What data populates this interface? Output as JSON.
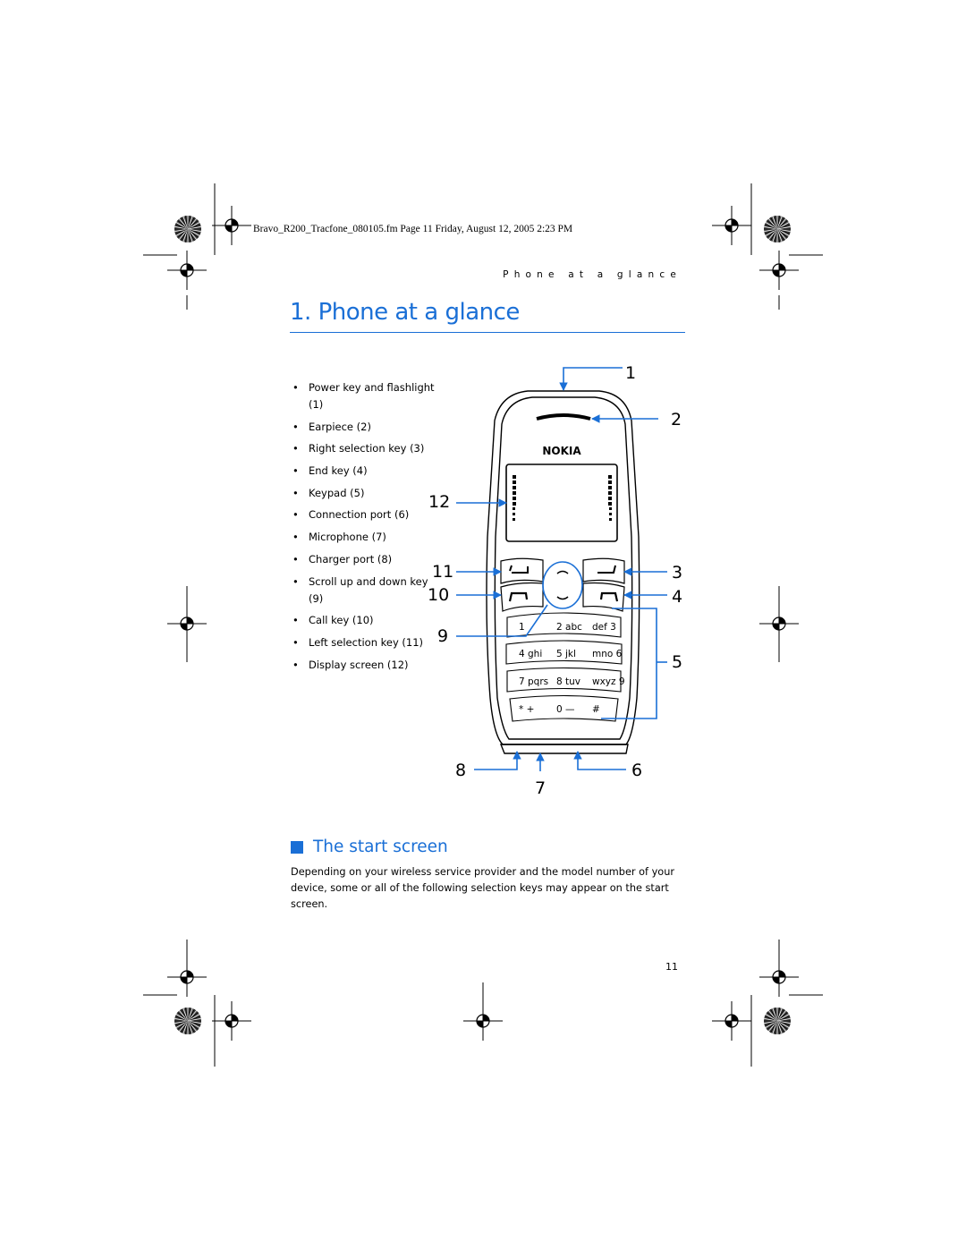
{
  "print_header": "Bravo_R200_Tracfone_080105.fm  Page 11  Friday, August 12, 2005  2:23 PM",
  "running_head": "Phone at a glance",
  "chapter": {
    "title": "1.  Phone at a glance"
  },
  "parts_list": [
    {
      "label": "Power key and flashlight (1)"
    },
    {
      "label": "Earpiece (2)"
    },
    {
      "label": "Right selection key (3)"
    },
    {
      "label": "End key (4)"
    },
    {
      "label": "Keypad (5)"
    },
    {
      "label": "Connection port (6)"
    },
    {
      "label": "Microphone (7)"
    },
    {
      "label": "Charger port (8)"
    },
    {
      "label": "Scroll up and down key (9)"
    },
    {
      "label": "Call key (10)"
    },
    {
      "label": "Left selection key (11)"
    },
    {
      "label": "Display screen (12)"
    }
  ],
  "diagram": {
    "brand": "NOKIA",
    "callouts": [
      "1",
      "2",
      "3",
      "4",
      "5",
      "6",
      "7",
      "8",
      "9",
      "10",
      "11",
      "12"
    ],
    "keypad": [
      [
        "1",
        "2 abc",
        "def 3"
      ],
      [
        "4 ghi",
        "5 jkl",
        "mno 6"
      ],
      [
        "7 pqrs",
        "8 tuv",
        "wxyz 9"
      ],
      [
        "* +",
        "0 —",
        "#"
      ]
    ],
    "callout_color": "#1a6fd6"
  },
  "section": {
    "title": "The start screen",
    "body": "Depending on your wireless service provider and the model number of your device, some or all of the following selection keys may appear on the start screen."
  },
  "page_number": "11",
  "accent_color": "#1a6fd6"
}
